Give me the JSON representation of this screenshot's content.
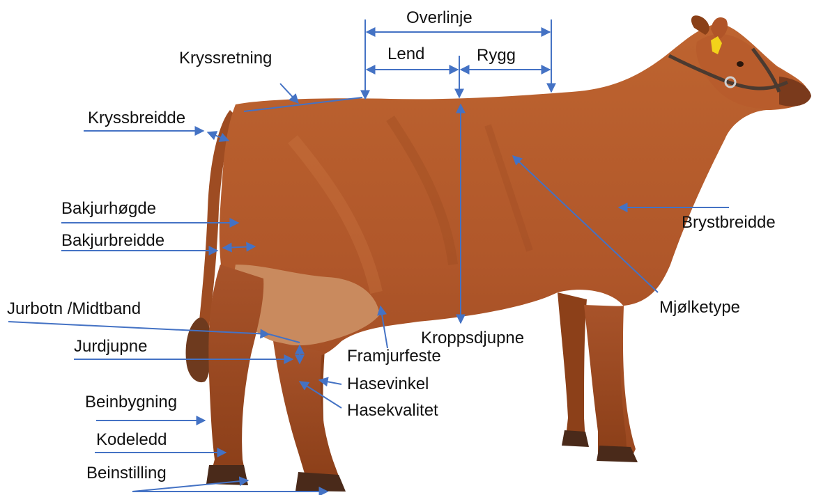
{
  "labels": {
    "overlinje": "Overlinje",
    "lend": "Lend",
    "rygg": "Rygg",
    "kryssretning": "Kryssretning",
    "kryssbreidde": "Kryssbreidde",
    "bakjurhogde": "Bakjurhøgde",
    "bakjurbreidde": "Bakjurbreidde",
    "jurbotn": "Jurbotn /Midtband",
    "jurdjupne": "Jurdjupne",
    "beinbygning": "Beinbygning",
    "kodeledd": "Kodeledd",
    "beinstilling": "Beinstilling",
    "framjurfeste": "Framjurfeste",
    "hasevinkel": "Hasevinkel",
    "hasekvalitet": "Hasekvalitet",
    "kroppsdjupne": "Kroppsdjupne",
    "mjolketype": "Mjølketype",
    "brystbreidde": "Brystbreidde"
  },
  "colors": {
    "arrow": "#4472C4",
    "cow_body": "#B25A2A",
    "cow_dark": "#7A3412",
    "cow_light": "#C97640",
    "ear_tag": "#F2D21A"
  },
  "image": {
    "subject": "red-brown dairy cow, side view facing right",
    "background": "white"
  }
}
